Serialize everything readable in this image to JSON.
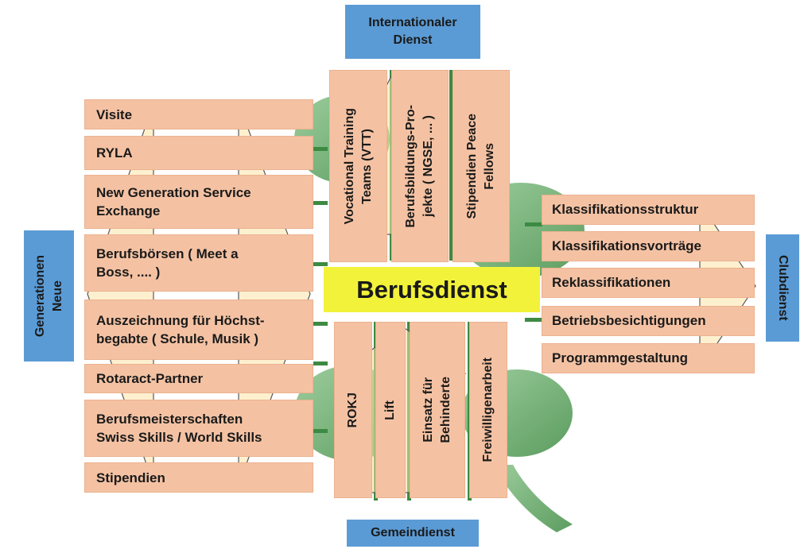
{
  "center": "Berufsdienst",
  "categories": {
    "top": [
      "Internationaler",
      "Dienst"
    ],
    "left": [
      "Neue",
      "Generationen"
    ],
    "right": "Clubdienst",
    "bottom": "Gemeindienst"
  },
  "left_items": [
    [
      "Visite"
    ],
    [
      "RYLA"
    ],
    [
      "New Generation Service",
      "Exchange"
    ],
    [
      "Berufsbörsen ( Meet a",
      "Boss, .... )"
    ],
    [
      "Auszeichnung für Höchst-",
      "begabte ( Schule, Musik )"
    ],
    [
      "Rotaract-Partner"
    ],
    [
      "Berufsmeisterschaften",
      "Swiss Skills / World Skills"
    ],
    [
      "Stipendien"
    ]
  ],
  "right_items": [
    "Klassifikationsstruktur",
    "Klassifikationsvorträge",
    "Reklassifikationen",
    "Betriebsbesichtigungen",
    "Programmgestaltung"
  ],
  "top_items": [
    [
      "Vocational Training",
      "Teams (VTT)"
    ],
    [
      "Berufsbildungs-Pro-",
      "jekte ( NGSE, ... )"
    ],
    [
      "Stipendien Peace",
      "Fellows"
    ]
  ],
  "bottom_items": [
    [
      "ROKJ"
    ],
    [
      "Lift"
    ],
    [
      "Einsatz für",
      "Behinderte"
    ],
    [
      "Freiwilligenarbeit"
    ]
  ],
  "colors": {
    "box_fill": "#f4c2a3",
    "category_fill": "#5b9bd5",
    "center_fill": "#f2f23a",
    "clover_green": "#4c9a4f",
    "arrow_fill": "#fbe3a8"
  }
}
